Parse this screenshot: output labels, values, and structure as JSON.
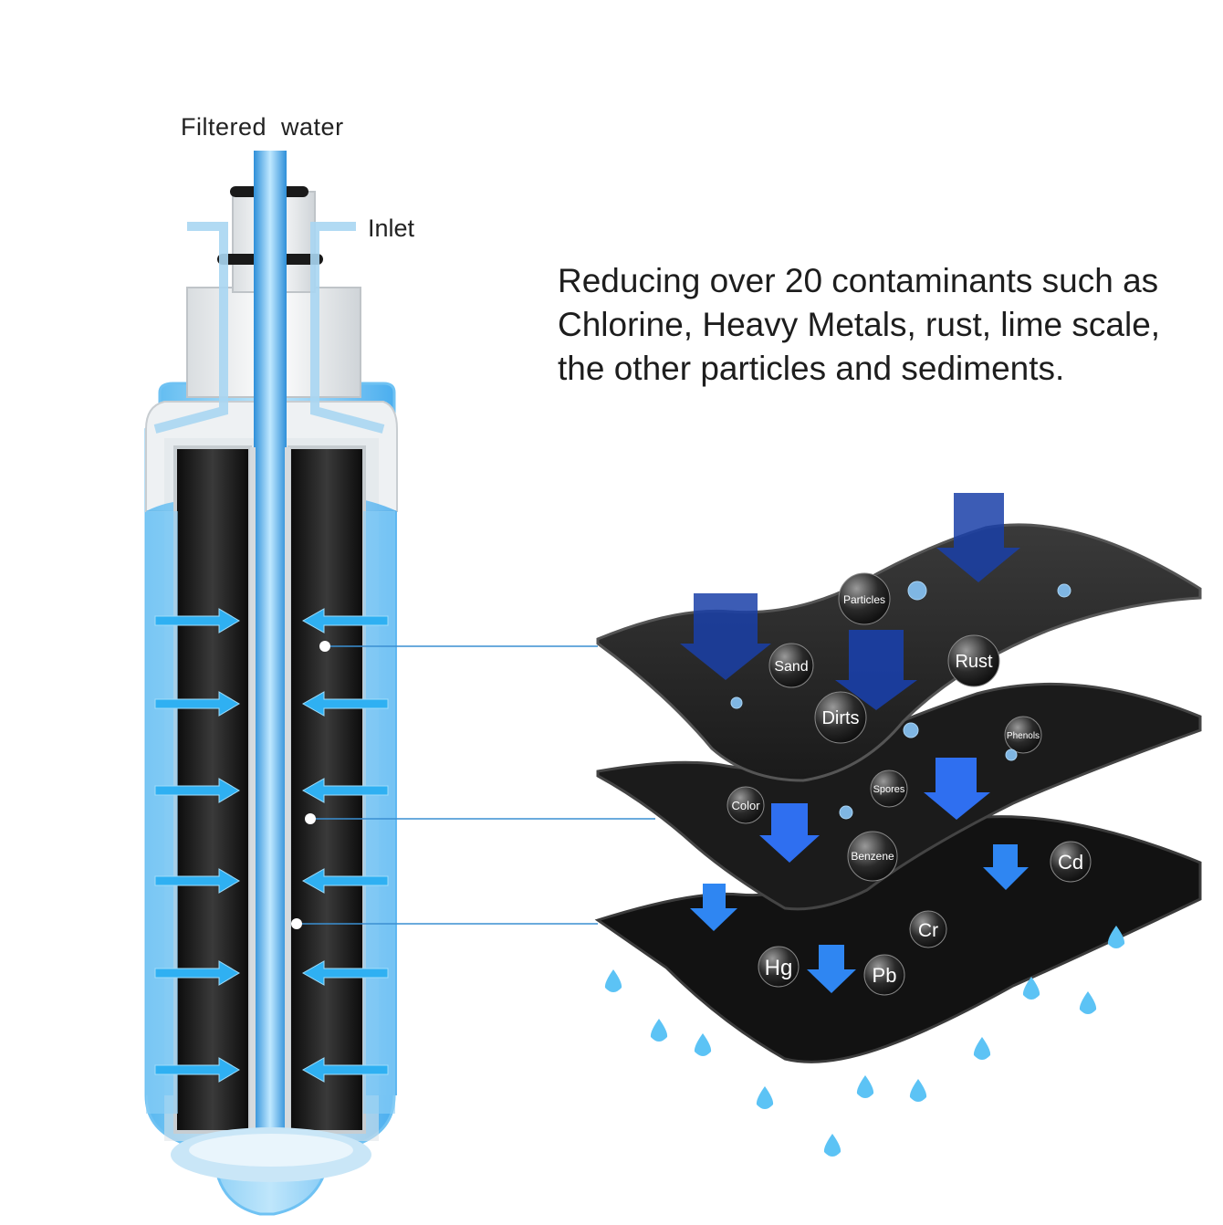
{
  "labels": {
    "outlet": "Filtered  water",
    "inlet": "Inlet"
  },
  "headline": {
    "line1": "Reducing over 20 contaminants such as",
    "line2": "Chlorine, Heavy Metals, rust, lime scale,",
    "line3": "the other particles and sediments."
  },
  "contaminants": {
    "layer1": [
      "Particles",
      "Sand",
      "Rust",
      "Dirts",
      "Phenols"
    ],
    "layer2": [
      "Color",
      "Spores",
      "Benzene"
    ],
    "layer3": [
      "Cd",
      "Cr",
      "Hg",
      "Pb"
    ]
  },
  "colors": {
    "water": "#4fb3f0",
    "water_dark": "#1f8fe0",
    "carbon": "#1b1b1b",
    "arrow_dark": "#1a3fa8",
    "arrow_light": "#2f86f2",
    "droplet": "#5cc3f5"
  }
}
